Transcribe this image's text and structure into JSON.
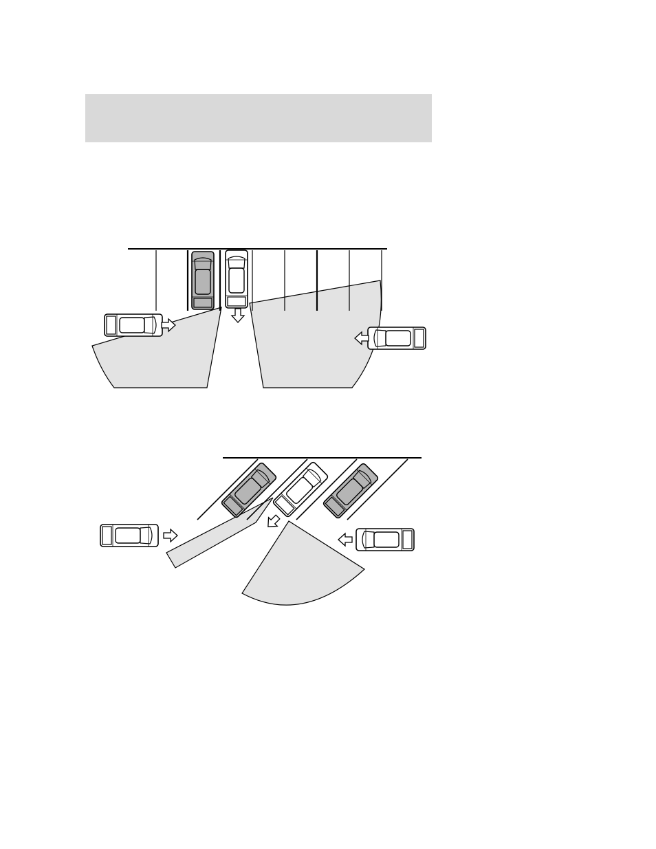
{
  "page": {
    "header_band_color": "#d9d9d9",
    "background_color": "#ffffff"
  },
  "figures": [
    {
      "id": "perpendicular",
      "zone_fill": "#e3e3e3",
      "parked_car_fill": "#b5b5b5",
      "own_car_fill": "#ffffff",
      "icons": [
        "parking-line-icon",
        "car-icon",
        "arrow-icon",
        "blind-zone"
      ]
    },
    {
      "id": "angled",
      "zone_fill": "#e3e3e3",
      "parked_car_fill": "#b5b5b5",
      "own_car_fill": "#ffffff",
      "icons": [
        "parking-line-icon",
        "car-icon",
        "arrow-icon",
        "blind-zone"
      ]
    }
  ]
}
